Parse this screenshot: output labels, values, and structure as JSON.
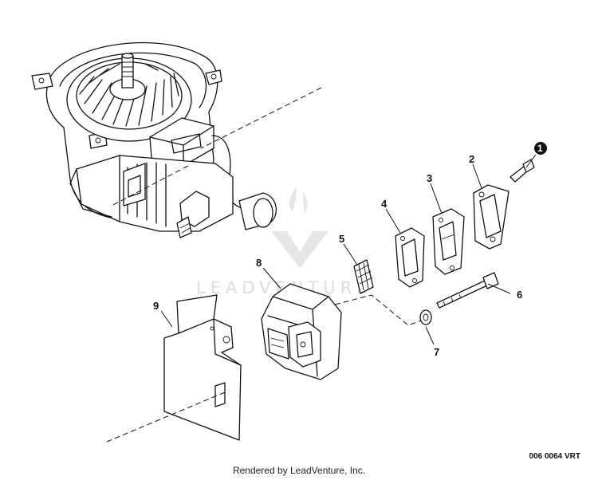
{
  "watermark": {
    "text": "LEADVENTURE"
  },
  "callouts": [
    {
      "id": "1",
      "label": "1",
      "style": "filled-circle"
    },
    {
      "id": "2",
      "label": "2"
    },
    {
      "id": "3",
      "label": "3"
    },
    {
      "id": "4",
      "label": "4"
    },
    {
      "id": "5",
      "label": "5"
    },
    {
      "id": "6",
      "label": "6"
    },
    {
      "id": "7",
      "label": "7"
    },
    {
      "id": "8",
      "label": "8"
    },
    {
      "id": "9",
      "label": "9"
    }
  ],
  "footer": {
    "rendered_by": "Rendered by LeadVenture, Inc."
  },
  "reference": {
    "code": "006 0064 VRT"
  }
}
